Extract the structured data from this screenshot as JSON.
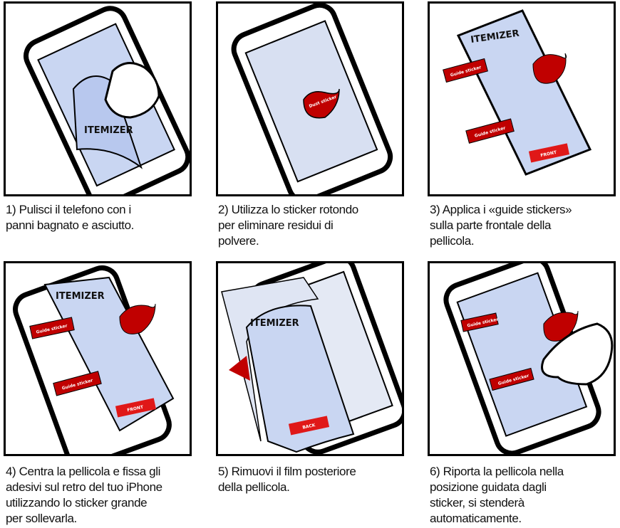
{
  "brand_logo_text": "ITEMIZER",
  "colors": {
    "sticker_red": "#c00000",
    "screen_blue": "#c9d6f2",
    "frame": "#000000"
  },
  "stickers": {
    "guide": "Guide sticker",
    "dust": "Dust sticker",
    "front": "FRONT",
    "back": "BACK"
  },
  "steps": [
    {
      "caption": [
        "1) Pulisci il telefono con i",
        "panni bagnato e asciutto."
      ]
    },
    {
      "caption": [
        "2) Utilizza lo sticker rotondo",
        "per eliminare residui di",
        "polvere."
      ]
    },
    {
      "caption": [
        "3) Applica i «guide stickers»",
        "sulla parte frontale della",
        "pellicola."
      ]
    },
    {
      "caption": [
        "4) Centra la pellicola e fissa gli",
        "adesivi sul retro del tuo iPhone",
        "utilizzando lo sticker grande",
        "per sollevarla."
      ]
    },
    {
      "caption": [
        "5) Rimuovi il film posteriore",
        "della pellicola."
      ]
    },
    {
      "caption": [
        "6) Riporta la pellicola nella",
        "posizione guidata dagli",
        "sticker, si stenderà",
        "automaticamente."
      ]
    }
  ]
}
